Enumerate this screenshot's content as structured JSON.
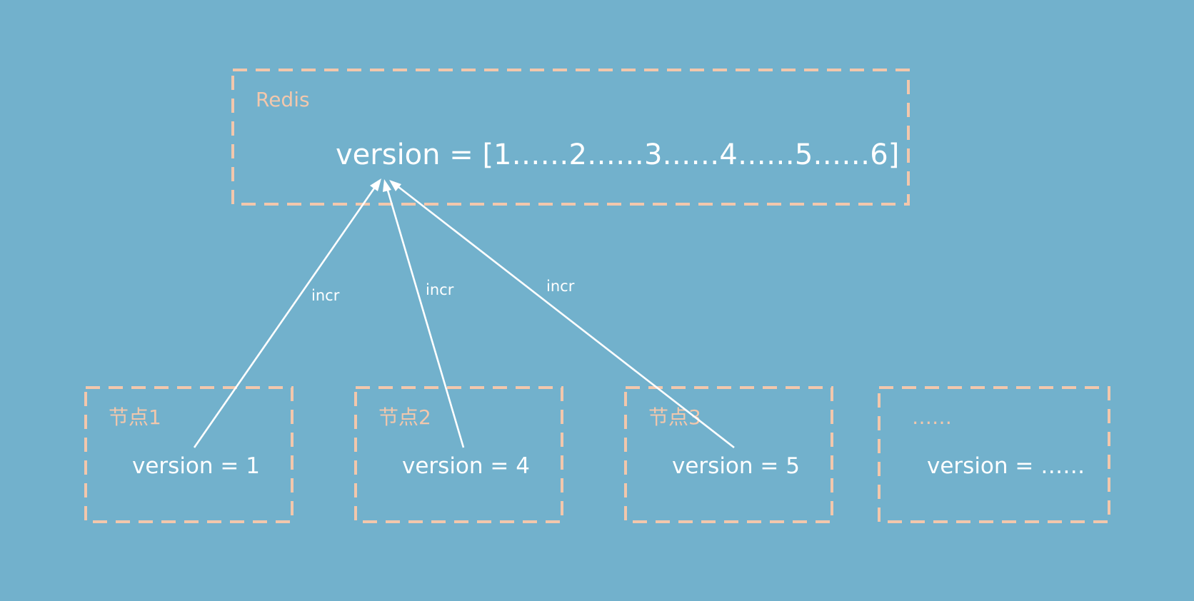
{
  "redis": {
    "title": "Redis",
    "value": "version = [1……2……3……4……5……6]"
  },
  "nodes": [
    {
      "title": "节点1",
      "value": "version = 1"
    },
    {
      "title": "节点2",
      "value": "version = 4"
    },
    {
      "title": "节点3",
      "value": "version = 5"
    },
    {
      "title": "……",
      "value": "version = ……"
    }
  ],
  "edges": [
    {
      "from": "节点1",
      "to": "Redis",
      "label": "incr"
    },
    {
      "from": "节点2",
      "to": "Redis",
      "label": "incr"
    },
    {
      "from": "节点3",
      "to": "Redis",
      "label": "incr"
    }
  ],
  "colors": {
    "background": "#72b1cc",
    "box_stroke": "#f2c7ac",
    "title_text": "#f2c7ac",
    "body_text": "#ffffff",
    "edge": "#ffffff"
  }
}
